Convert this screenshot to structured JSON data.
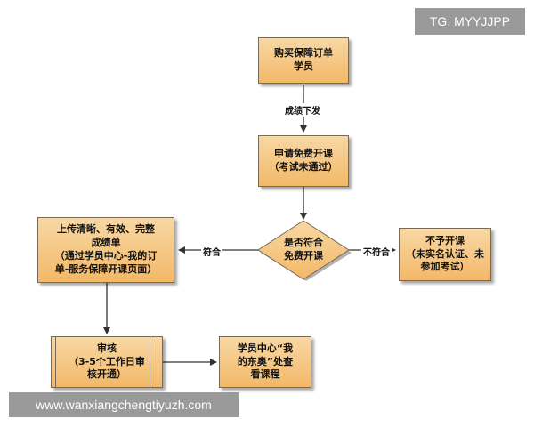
{
  "nodes": {
    "buyer": "购买保障订单\n学员",
    "apply": "申请免费开课\n（考试未通过）",
    "decision": "是否符合\n免费开课",
    "upload": "上传清晰、有效、完整\n成绩单\n（通过学员中心-我的订\n单-服务保障开课页面）",
    "no_class": "不予开课\n（未实名认证、未\n参加考试）",
    "review": "审核\n（3-5个工作日审\n核开通）",
    "view_course": "学员中心“我\n的东奥”处查\n看课程"
  },
  "edge_labels": {
    "grades_issued": "成绩下发",
    "meets": "符合",
    "not_meets": "不符合"
  },
  "watermarks": {
    "tg": "TG: MYYJJPP",
    "site": "www.wanxiangchengtiyuzh.com"
  },
  "colors": {
    "node_fill_top": "#f8d8a4",
    "node_fill_bottom": "#f3b868",
    "border": "#7a6a55",
    "arrow": "#333333",
    "watermark_bg": "#9a9a9a"
  }
}
